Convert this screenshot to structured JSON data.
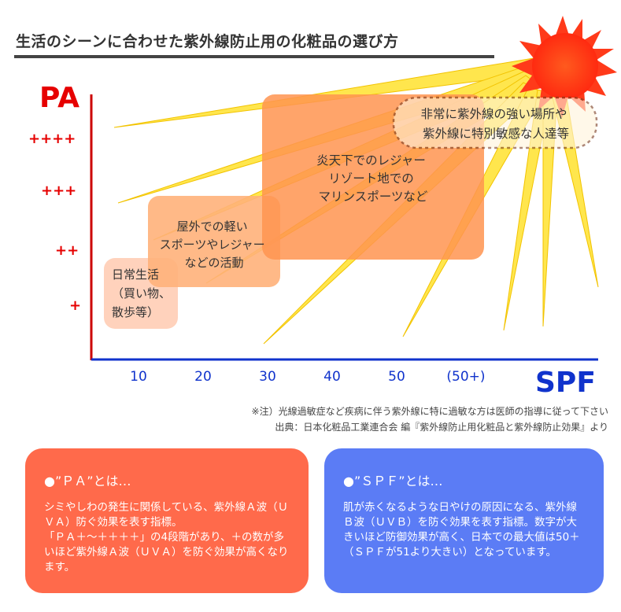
{
  "title": "生活のシーンに合わせた紫外線防止用の化粧品の選び方",
  "chart_data": {
    "type": "diagram",
    "y_axis_label": "PA",
    "x_axis_label": "SPF",
    "y_ticks": [
      "++++",
      "+++",
      "++",
      "+"
    ],
    "x_ticks": [
      "10",
      "20",
      "30",
      "40",
      "50",
      "(50+)"
    ],
    "regions": [
      {
        "label": "日常生活\n（買い物、\n散歩等）",
        "spf_range": "up to 20",
        "pa": "+"
      },
      {
        "label": "屋外での軽い\nスポーツやレジャー\nなどの活動",
        "spf_range": "10–30",
        "pa": "++"
      },
      {
        "label": "炎天下でのレジャー\nリゾート地での\nマリンスポーツなど",
        "spf_range": "30–50",
        "pa": "+++"
      },
      {
        "label": "非常に紫外線の強い場所や\n紫外線に特別敏感な人達等",
        "spf_range": "(50+)",
        "pa": "++++"
      }
    ]
  },
  "notes": {
    "note1": "※注）光線過敏症など疾病に伴う紫外線に特に過敏な方は医師の指導に従って下さい",
    "note2": "出典：日本化粧品工業連合会 編『紫外線防止用化粧品と紫外線防止効果』より"
  },
  "boxes": {
    "pa": {
      "title": "●”ＰＡ”とは…",
      "body": "シミやしわの発生に関係している、紫外線Ａ波（ＵＶＡ）防ぐ効果を表す指標。\n「ＰＡ＋～＋＋＋＋」の4段階があり、＋の数が多いほど紫外線Ａ波（ＵＶＡ）を防ぐ効果が高くなります。",
      "color": "#ff6a4b"
    },
    "spf": {
      "title": "●”ＳＰＦ”とは…",
      "body": "肌が赤くなるような日やけの原因になる、紫外線Ｂ波（ＵＶＢ）を防ぐ効果を表す指標。数字が大きいほど防御効果が高く、日本での最大値は50＋（ＳＰＦが51より大きい）となっています。",
      "color": "#5b7cf5"
    }
  },
  "colors": {
    "axis": "#cc0000",
    "spf_label": "#1033cc",
    "ray": "#ffe64d",
    "sun": "#ff3a1a"
  }
}
